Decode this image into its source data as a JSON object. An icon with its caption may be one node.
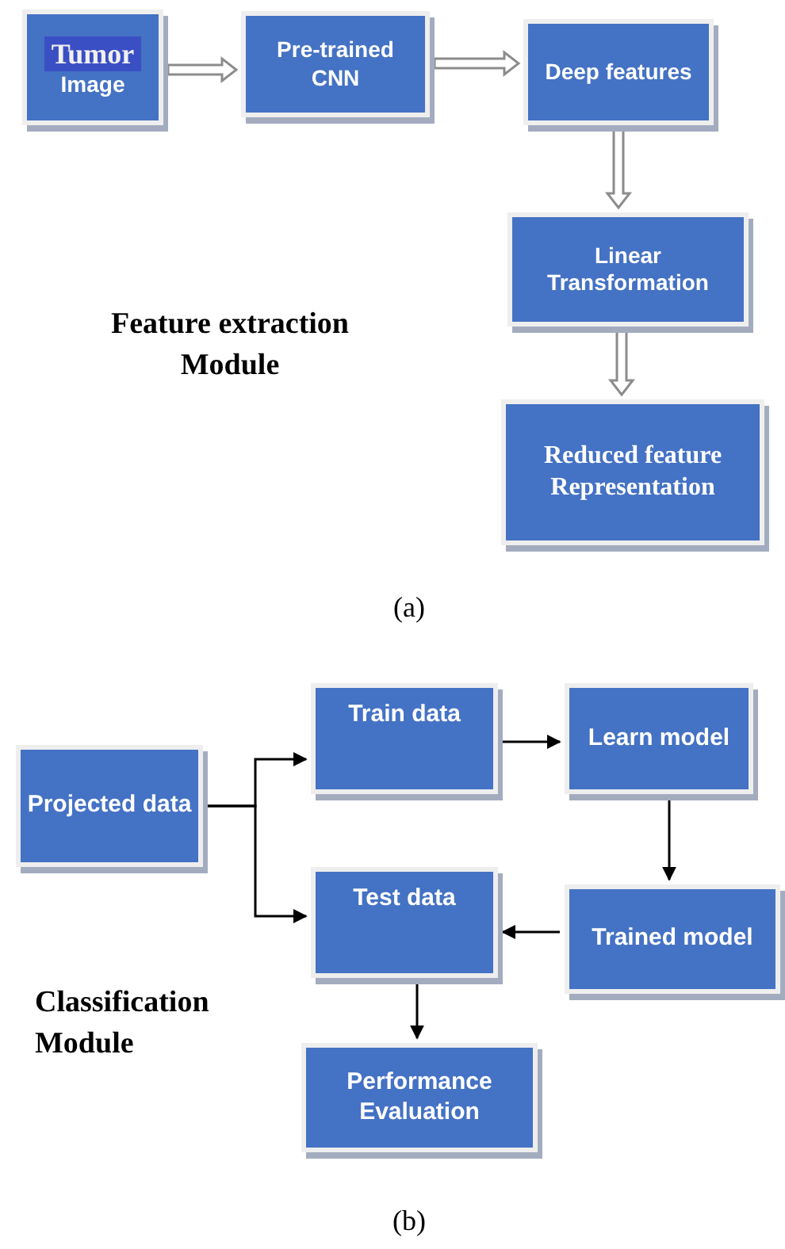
{
  "diagram": {
    "nodes": [
      {
        "text": [
          "Tumor",
          "Image"
        ]
      },
      {
        "text": [
          "Pre-trained CNN"
        ]
      },
      {
        "text": [
          "Deep features"
        ]
      },
      {
        "text": [
          "Linear Transformation"
        ]
      },
      {
        "text": [
          "Reduced feature Representation"
        ]
      },
      {
        "text": [
          "Projected data"
        ]
      },
      {
        "text": [
          "Train data"
        ]
      },
      {
        "text": [
          "Learn model"
        ]
      },
      {
        "text": [
          "Test data"
        ]
      },
      {
        "text": [
          "Trained model"
        ]
      },
      {
        "text": [
          "Performance Evaluation"
        ]
      }
    ],
    "edges": [
      {
        "from": 0,
        "to": 1,
        "arrow": "to",
        "style": "thick"
      },
      {
        "from": 1,
        "to": 2,
        "arrow": "to",
        "style": "thick"
      },
      {
        "from": 2,
        "to": 3,
        "arrow": "to",
        "style": "thick"
      },
      {
        "from": 3,
        "to": 4,
        "arrow": "to",
        "style": "thick"
      },
      {
        "from": 5,
        "to": 6,
        "arrow": "to"
      },
      {
        "from": 5,
        "to": 8,
        "arrow": "to"
      },
      {
        "from": 6,
        "to": 7,
        "arrow": "to"
      },
      {
        "from": 7,
        "to": 9,
        "arrow": "to"
      },
      {
        "from": 9,
        "to": 8,
        "arrow": "to"
      },
      {
        "from": 8,
        "to": 10,
        "arrow": "to"
      }
    ],
    "labels": [
      "Feature extraction Module",
      "(a)",
      "Classification Module",
      "(b)"
    ]
  }
}
